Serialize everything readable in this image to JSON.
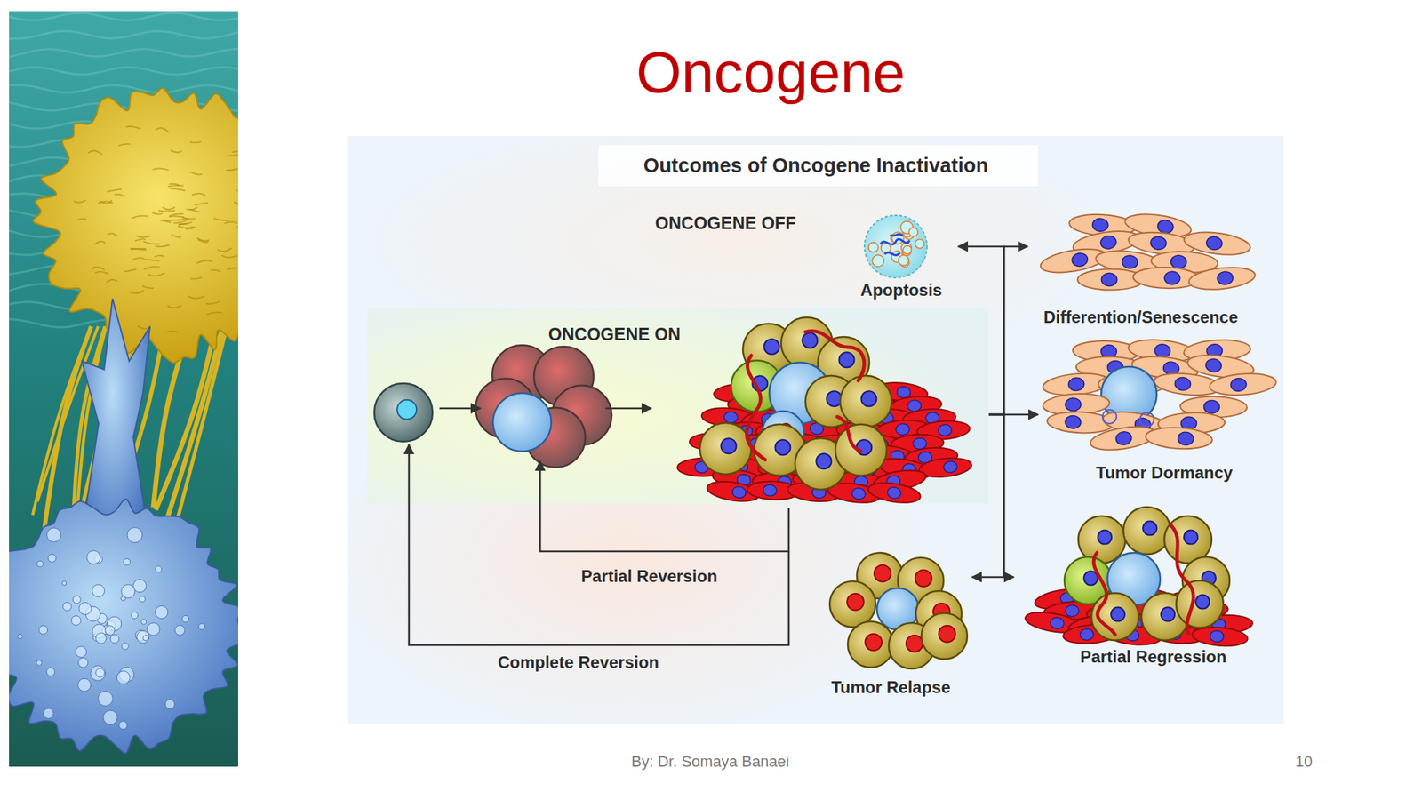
{
  "diagram": {
    "title": "Oncogene",
    "nodes": [
      {
        "text": [
          "Outcomes of Oncogene Inactivation"
        ]
      },
      {
        "text": [
          "ONCOGENE ON"
        ],
        "in": 0
      },
      {
        "text": [
          "Apoptosis"
        ],
        "in": 0
      },
      {
        "text": [
          "Differention/Senescence"
        ],
        "in": 0
      },
      {
        "text": [
          "Tumor Dormancy"
        ],
        "in": 0
      },
      {
        "text": [
          "Tumor Relapse"
        ],
        "in": 0
      },
      {
        "text": [
          "Partial Regression"
        ],
        "in": 0
      }
    ],
    "edges": [
      {
        "from": 1,
        "to": 2,
        "arrow": "to"
      },
      {
        "from": 1,
        "to": 3,
        "arrow": "to"
      },
      {
        "from": 1,
        "to": 4,
        "arrow": "to"
      },
      {
        "from": 1,
        "to": 5,
        "arrow": "to"
      },
      {
        "from": 1,
        "to": 6,
        "arrow": "to"
      }
    ],
    "labels": [
      "ONCOGENE OFF",
      "Partial Reversion",
      "Complete Reversion",
      "By: Dr. Somaya Banaei",
      "10"
    ]
  }
}
